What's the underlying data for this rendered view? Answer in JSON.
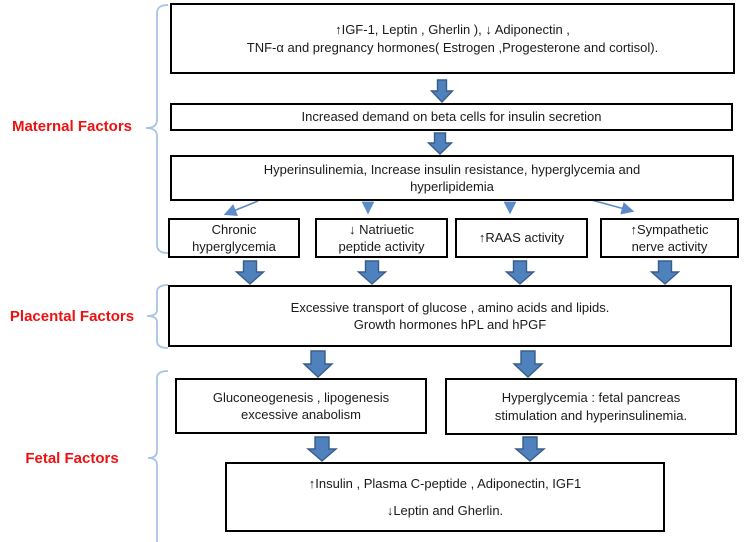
{
  "section_labels": {
    "maternal": "Maternal Factors",
    "placental": "Placental Factors",
    "fetal": "Fetal Factors"
  },
  "boxes": {
    "hormones": {
      "line1": "↑IGF-1, Leptin , Gherlin ),  ↓ Adiponectin ,",
      "line2": "TNF-α and pregnancy hormones( Estrogen ,Progesterone and cortisol)."
    },
    "beta_cells": {
      "line1": "Increased demand on beta cells for insulin secretion"
    },
    "hyperinsulinemia": {
      "line1": "Hyperinsulinemia, Increase insulin resistance, hyperglycemia and",
      "line2": "hyperlipidemia"
    },
    "chronic_hyperglycemia": {
      "line1": "Chronic",
      "line2": "hyperglycemia"
    },
    "natriuetic": {
      "line1": "↓ Natriuetic",
      "line2": "peptide activity"
    },
    "raas": {
      "line1": "↑RAAS activity"
    },
    "sympathetic": {
      "line1": "↑Sympathetic",
      "line2": "nerve activity"
    },
    "placental_transport": {
      "line1": "Excessive transport of glucose , amino acids and lipids.",
      "line2": "Growth hormones hPL and hPGF"
    },
    "gluconeogenesis": {
      "line1": "Gluconeogenesis , lipogenesis",
      "line2": "excessive anabolism"
    },
    "fetal_hyperglycemia": {
      "line1": "Hyperglycemia : fetal pancreas",
      "line2": "stimulation and hyperinsulinemia."
    },
    "fetal_markers": {
      "line1": "↑Insulin , Plasma C-peptide , Adiponectin, IGF1",
      "line2": "↓Leptin and Gherlin."
    }
  },
  "colors": {
    "label_red": "#ee1111",
    "block_arrow_fill": "#4f81bd",
    "block_arrow_border": "#385d8a",
    "connector_blue": "#5b8bc9",
    "bracket_blue": "#a7c4e4",
    "box_border": "#000000"
  }
}
